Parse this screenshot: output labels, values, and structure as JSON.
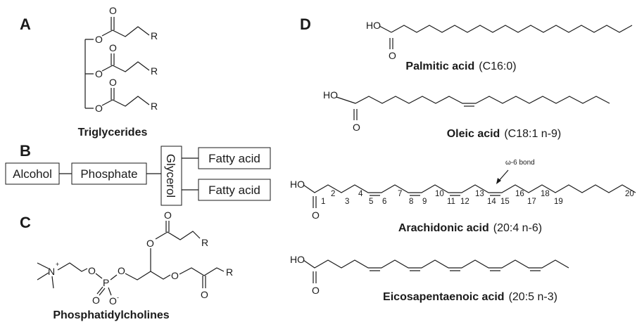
{
  "panels": {
    "a": "A",
    "b": "B",
    "c": "C",
    "d": "D"
  },
  "triglycerides": {
    "caption": "Triglycerides",
    "oxygen": "O",
    "r_group": "R"
  },
  "phospholipid_blocks": {
    "alcohol": "Alcohol",
    "phosphate": "Phosphate",
    "glycerol": "Glycerol",
    "fatty_acid_1": "Fatty acid",
    "fatty_acid_2": "Fatty acid"
  },
  "phosphatidylcholines": {
    "caption": "Phosphatidylcholines",
    "nitrogen": "N",
    "plus": "+",
    "phosphorus": "P",
    "oxygen": "O",
    "minus": "-",
    "r_group": "R"
  },
  "fatty_acids": [
    {
      "name": "Palmitic acid",
      "notation": "(C16:0)",
      "head": "HO",
      "oxygen": "O"
    },
    {
      "name": "Oleic acid",
      "notation": "(C18:1 n-9)",
      "head": "HO",
      "oxygen": "O"
    },
    {
      "name": "Arachidonic acid",
      "notation": "(20:4 n-6)",
      "head": "HO",
      "oxygen": "O",
      "annotation": "ω-6 bond",
      "carbon_numbers": [
        "1",
        "2",
        "3",
        "4",
        "5",
        "6",
        "7",
        "8",
        "9",
        "10",
        "11",
        "12",
        "13",
        "14",
        "15",
        "16",
        "17",
        "18",
        "19",
        "20"
      ]
    },
    {
      "name": "Eicosapentaenoic acid",
      "notation": "(20:5 n-3)",
      "head": "HO",
      "oxygen": "O"
    }
  ]
}
